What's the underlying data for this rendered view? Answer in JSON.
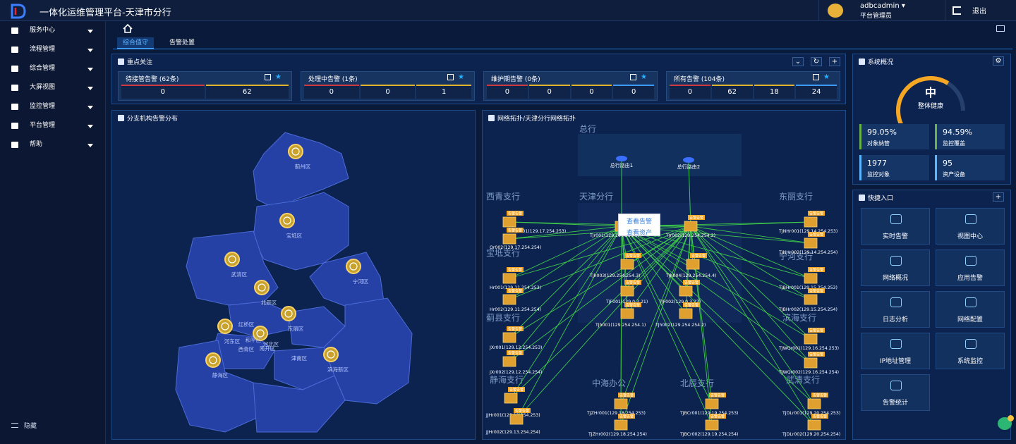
{
  "app": {
    "title": "一体化运维管理平台-天津市分行"
  },
  "user": {
    "name": "adbcadmin",
    "role": "平台管理员",
    "logout": "退出"
  },
  "sidebar": {
    "items": [
      {
        "label": "服务中心"
      },
      {
        "label": "流程管理"
      },
      {
        "label": "综合管理"
      },
      {
        "label": "大屏视图"
      },
      {
        "label": "监控管理"
      },
      {
        "label": "平台管理"
      },
      {
        "label": "帮助"
      }
    ],
    "collapse": "隐藏"
  },
  "tabs": [
    {
      "label": "综合值守"
    },
    {
      "label": "告警处置"
    }
  ],
  "focus": {
    "title": "重点关注",
    "cards": [
      {
        "title": "待接管告警 (62条)",
        "values": [
          "0",
          "62"
        ]
      },
      {
        "title": "处理中告警 (1条)",
        "values": [
          "0",
          "0",
          "1"
        ]
      },
      {
        "title": "维护期告警 (0条)",
        "values": [
          "0",
          "0",
          "0",
          "0"
        ]
      },
      {
        "title": "所有告警 (104条)",
        "values": [
          "0",
          "62",
          "18",
          "24"
        ]
      }
    ]
  },
  "map": {
    "title": "分支机构告警分布",
    "districts": [
      "蓟州区",
      "宝坻区",
      "武清区",
      "宁河区",
      "北辰区",
      "东丽区",
      "红桥区",
      "南开区",
      "和平区",
      "河东区",
      "河北区",
      "西青区",
      "津南区",
      "滨海新区",
      "静海区"
    ]
  },
  "topo": {
    "title": "网络拓扑/天津分行网络拓扑",
    "groups": [
      "总行",
      "天津分行",
      "西青支行",
      "宝坻支行",
      "蓟县支行",
      "静海支行",
      "中海办公",
      "北辰支行",
      "东丽支行",
      "宁河支行",
      "滨海支行",
      "武清支行"
    ],
    "routers": [
      "总行路由1",
      "总行路由2"
    ],
    "alarm": "告警告警",
    "labels": [
      "Qr001(129.17.254.253)",
      "Qr002(129.17.254.254)",
      "Hr001(129.11.254.253)",
      "Hr002(129.11.254.254)",
      "JXr001(129.12.254.253)",
      "JXr002(129.12.254.254)",
      "JJHr001(129.13.254.253)",
      "JJHr002(129.13.254.254)",
      "TJZHr001(129.18.254.253)",
      "TJZHr002(129.18.254.254)",
      "TJBCr001(129.19.254.253)",
      "TJBCr002(129.19.254.254)",
      "TJDLr001(129.20.254.253)",
      "TJDLr002(129.20.254.254)",
      "TJNHr001(129.14.254.253)",
      "TJNHr002(129.14.254.254)",
      "TJBHr001(129.15.254.253)",
      "TJBHr002(129.15.254.254)",
      "TJWQr001(129.16.254.253)",
      "TJWQr002(129.16.254.254)",
      "TJr001(129.254.254.1)",
      "TJr002(129.254.254.2)",
      "TJh003(129.254.254.3)",
      "TJh004(129.254.254.4)",
      "TJF001(129.0.3.21)",
      "TJF002(129.0.3.22)",
      "TJh001(129.254.254.1)",
      "TJh002(129.254.254.2)"
    ],
    "menu": [
      "查看告警",
      "查看资产"
    ]
  },
  "system": {
    "title": "系统概况",
    "health_level": "中",
    "health_label": "整体健康",
    "health_percent": 62,
    "stats": [
      {
        "value": "99.05%",
        "label": "对象纳管"
      },
      {
        "value": "94.59%",
        "label": "监控覆盖"
      },
      {
        "value": "1977",
        "label": "监控对象"
      },
      {
        "value": "95",
        "label": "资产设备"
      }
    ]
  },
  "quick": {
    "title": "快捷入口",
    "items": [
      "实时告警",
      "视图中心",
      "网络概况",
      "应用告警",
      "日志分析",
      "网络配置",
      "IP地址管理",
      "系统监控",
      "告警统计"
    ]
  },
  "colors": {
    "accent": "#3d9bff",
    "alarm": "#e0a030",
    "link": "#3ec94a",
    "gauge": "#f5a623"
  }
}
